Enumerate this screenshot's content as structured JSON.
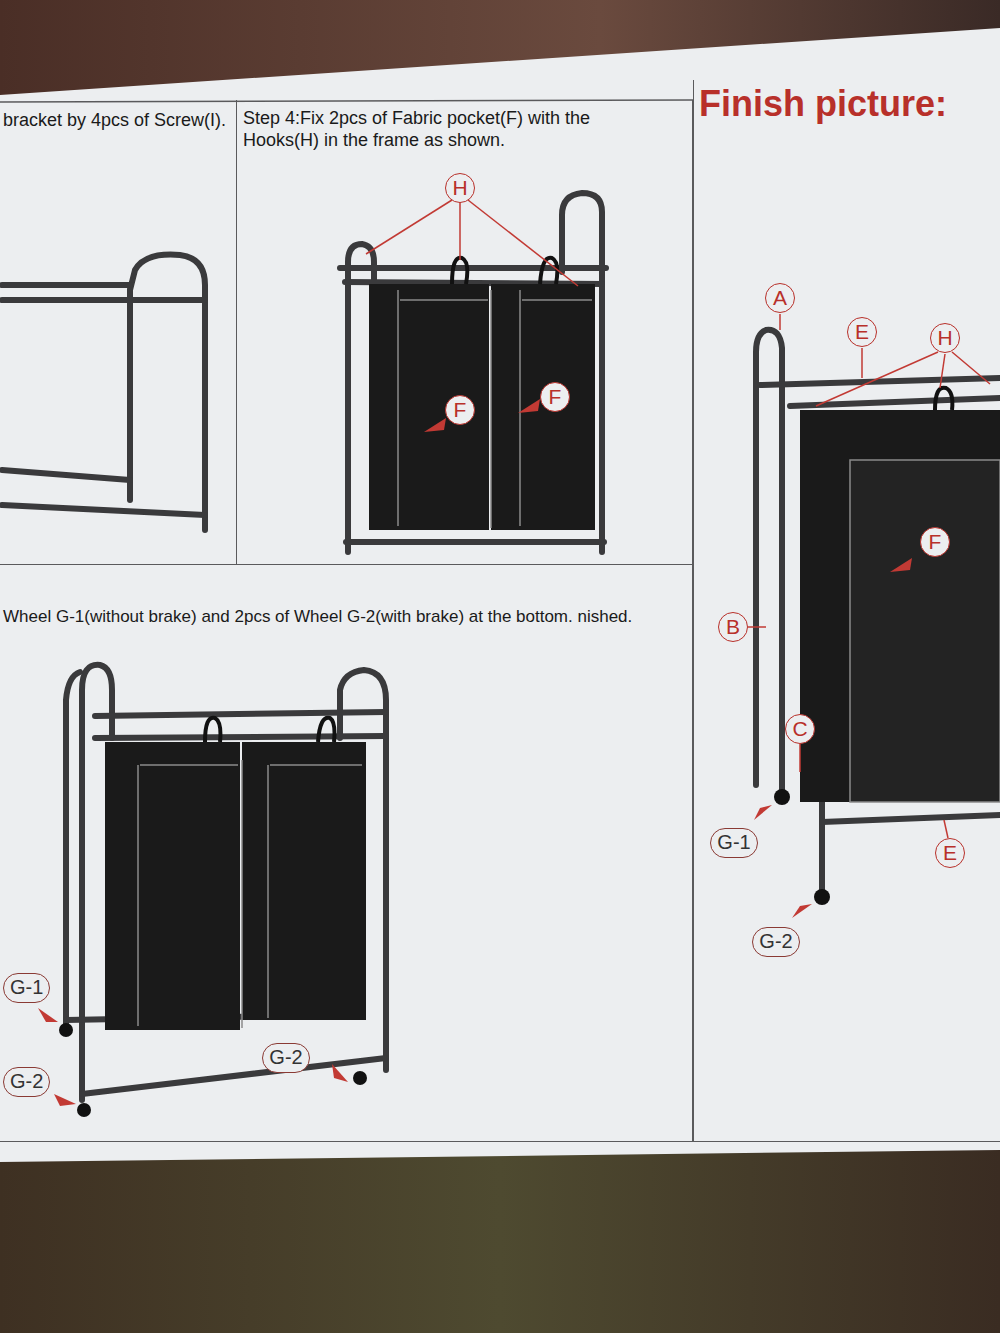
{
  "diagram": {
    "nodes": [
      {
        "text": [
          "bracket by 4pcs of Screw(I)."
        ]
      },
      {
        "text": [
          "Step 4:Fix 2pcs of Fabric pocket(F) with the Hooks(H) in the frame as shown."
        ]
      },
      {
        "text": [
          "Wheel G-1(without brake) and 2pcs of Wheel G-2(with brake) at the bottom. nished."
        ]
      },
      {
        "text": [
          "Finish picture:"
        ]
      }
    ],
    "labels": [
      "H",
      "F",
      "F",
      "G-1",
      "G-2",
      "G-2",
      "A",
      "E",
      "H",
      "F",
      "B",
      "C",
      "G-1",
      "G-2",
      "E"
    ]
  }
}
